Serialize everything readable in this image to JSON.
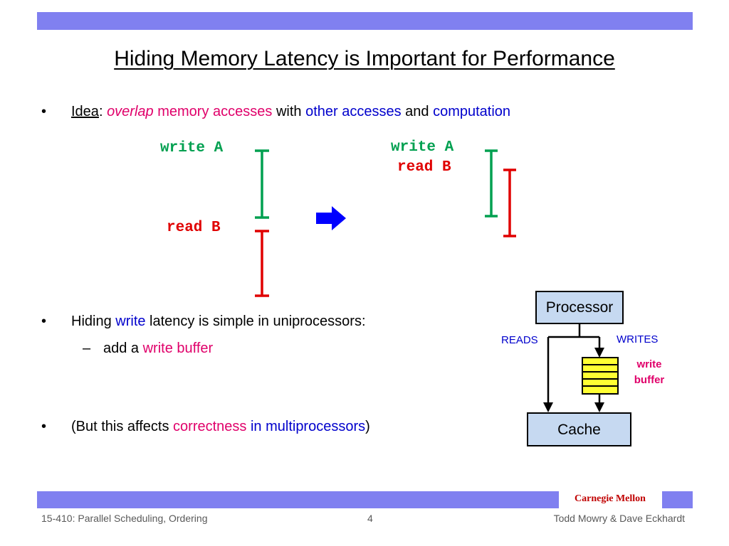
{
  "slide": {
    "title": "Hiding Memory Latency is Important for Performance",
    "bullets": {
      "b1": {
        "idea": "Idea",
        "colon": ": ",
        "overlap": "overlap",
        "memory_accesses": " memory accesses",
        "with": " with ",
        "other_accesses": "other accesses",
        "and": " and ",
        "computation": "computation"
      },
      "b2": {
        "hiding": "Hiding ",
        "write": "write",
        "rest": " latency is simple in uniprocessors:"
      },
      "sub": {
        "dash": "–",
        "add_a": "add a ",
        "write_buffer": "write buffer"
      },
      "b3": {
        "open": "(But this affects ",
        "correctness": "correctness",
        "in_multi": " in multiprocessors",
        "close": ")"
      },
      "bullet_char": "•"
    },
    "timeline": {
      "left_write": "write A",
      "left_read": "read B",
      "right_write": "write A",
      "right_read": "read B"
    },
    "diagram": {
      "processor": "Processor",
      "cache": "Cache",
      "reads": "READS",
      "writes": "WRITES",
      "write_buffer_line1": "write",
      "write_buffer_line2": "buffer"
    },
    "colors": {
      "band": "#8080f0",
      "green": "#00a050",
      "red": "#e00000",
      "magenta": "#e0006a",
      "blue": "#0000cc",
      "arrow": "#0000ff",
      "buffer_fill": "#ffff33",
      "box_fill": "#c6d9f1"
    }
  },
  "footer": {
    "course": "15-410: Parallel Scheduling, Ordering",
    "page": "4",
    "authors": "Todd Mowry & Dave Eckhardt",
    "brand": "Carnegie Mellon"
  }
}
